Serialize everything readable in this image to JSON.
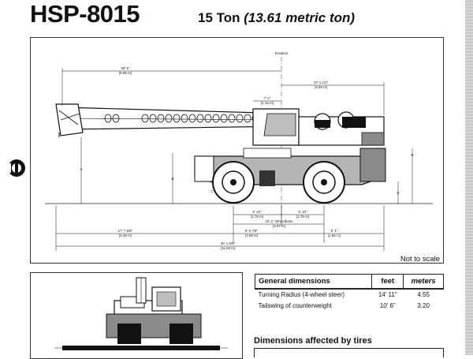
{
  "header": {
    "model": "HSP-8015",
    "capacity_prefix": "15 Ton",
    "capacity_metric": "(13.61 metric ton)"
  },
  "drawing": {
    "note": "Not to scale",
    "centerline_label": "Rotation",
    "dims": {
      "boom_overall": "29' 5\"",
      "boom_overall_m": "(8.96 m)",
      "tail": "10' 1 1/2\"",
      "tail_m": "(3.08 m)",
      "cab_height": "7' 1\"",
      "cab_height_m": "(2.16 m)",
      "axle_left": "5' 10\"",
      "axle_left_m": "(1.78 m)",
      "axle_right": "5' 10\"",
      "axle_right_m": "(1.78 m)",
      "wheelbase": "10' 1\" Wheelbase",
      "wheelbase_m": "(3.07 m)",
      "front_overhang": "17' 7 5/8\"",
      "front_overhang_m": "(5.38 m)",
      "mid": "9' 5 7/8\"",
      "mid_m": "(2.89 m)",
      "rear": "6' 1\"",
      "rear_m": "(1.85 m)",
      "overall_length": "39' 1 5/8\"",
      "overall_length_m": "(11.93 m)",
      "marker_a": "A",
      "marker_b": "B",
      "marker_c": "C",
      "marker_d": "D",
      "marker_e": "E"
    }
  },
  "general_dimensions": {
    "title": "General dimensions",
    "col_feet": "feet",
    "col_meters": "meters",
    "rows": [
      {
        "label": "Turning Radius (4-wheel steer)",
        "feet": "14' 11\"",
        "meters": "4.55"
      },
      {
        "label": "Tailswing of counterweight",
        "feet": "10' 6\"",
        "meters": "3.20"
      }
    ]
  },
  "tires_section": {
    "title": "Dimensions affected by tires"
  },
  "colors": {
    "ink": "#111111",
    "gray": "#8a8a8a",
    "mid": "#b5b5b5"
  }
}
